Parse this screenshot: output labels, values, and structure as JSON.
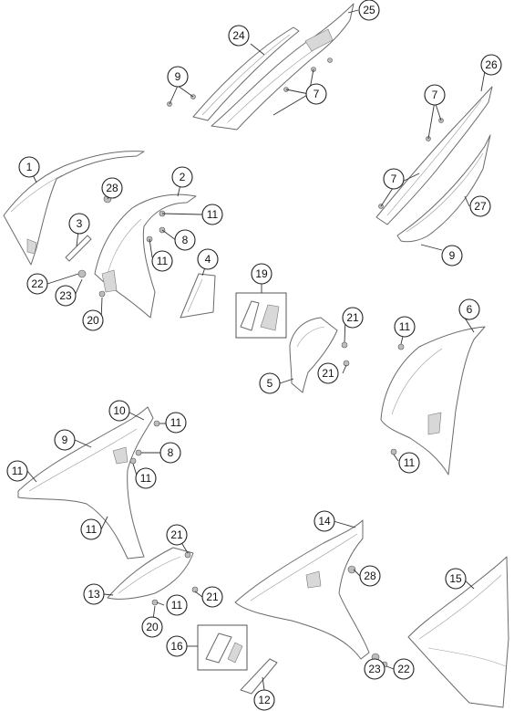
{
  "callouts": {
    "c1": "1",
    "c2": "2",
    "c3": "3",
    "c4": "4",
    "c5": "5",
    "c6": "6",
    "c7a": "7",
    "c7b": "7",
    "c7c": "7",
    "c8a": "8",
    "c8b": "8",
    "c9a": "9",
    "c9b": "9",
    "c9c": "9",
    "c10": "10",
    "c11a": "11",
    "c11b": "11",
    "c11c": "11",
    "c11d": "11",
    "c11e": "11",
    "c11f": "11",
    "c11g": "11",
    "c11h": "11",
    "c11i": "11",
    "c12": "12",
    "c13": "13",
    "c14": "14",
    "c15": "15",
    "c16": "16",
    "c19": "19",
    "c20a": "20",
    "c20b": "20",
    "c21a": "21",
    "c21b": "21",
    "c21c": "21",
    "c21d": "21",
    "c22a": "22",
    "c22b": "22",
    "c23a": "23",
    "c23b": "23",
    "c24": "24",
    "c25": "25",
    "c26": "26",
    "c27": "27",
    "c28a": "28",
    "c28b": "28"
  }
}
